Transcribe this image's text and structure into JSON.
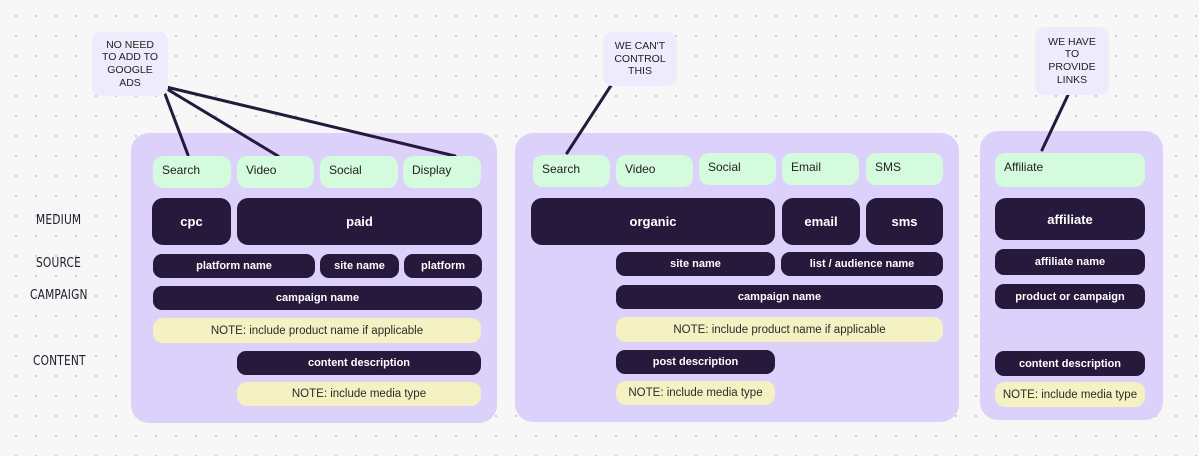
{
  "row_labels": {
    "medium": "MEDIUM",
    "source": "SOURCE",
    "campaign": "CAMPAIGN",
    "content": "CONTENT"
  },
  "stickies": {
    "no_need": "NO NEED\nTO ADD TO\nGOOGLE\nADS",
    "cant_control": "WE CAN'T\nCONTROL\nTHIS",
    "have_to_provide": "WE HAVE\nTO\nPROVIDE\nLINKS"
  },
  "paid_panel": {
    "channels": [
      "Search",
      "Video",
      "Social",
      "Display"
    ],
    "medium_cpc": "cpc",
    "medium_paid": "paid",
    "source_platform_name": "platform name",
    "source_site_name": "site name",
    "source_platform": "platform",
    "campaign_name": "campaign name",
    "campaign_note": "NOTE: include product name if applicable",
    "content_description": "content description",
    "content_note": "NOTE: include media type"
  },
  "organic_panel": {
    "channels": [
      "Search",
      "Video",
      "Social",
      "Email",
      "SMS"
    ],
    "medium_organic": "organic",
    "medium_email": "email",
    "medium_sms": "sms",
    "source_site_name": "site name",
    "source_list_audience": "list / audience name",
    "campaign_name": "campaign name",
    "campaign_note": "NOTE: include product name if applicable",
    "content_post_description": "post description",
    "content_note": "NOTE: include media type"
  },
  "affiliate_panel": {
    "channel": "Affiliate",
    "medium_affiliate": "affiliate",
    "source_affiliate_name": "affiliate name",
    "campaign_product": "product or campaign",
    "content_description": "content description",
    "content_note": "NOTE: include media type"
  },
  "colors": {
    "panel": "#dcd1fb",
    "dark_pill": "#26193b",
    "channel_tag": "#d4fbdd",
    "note": "#f4f1c3",
    "sticky": "#eeebfd"
  }
}
